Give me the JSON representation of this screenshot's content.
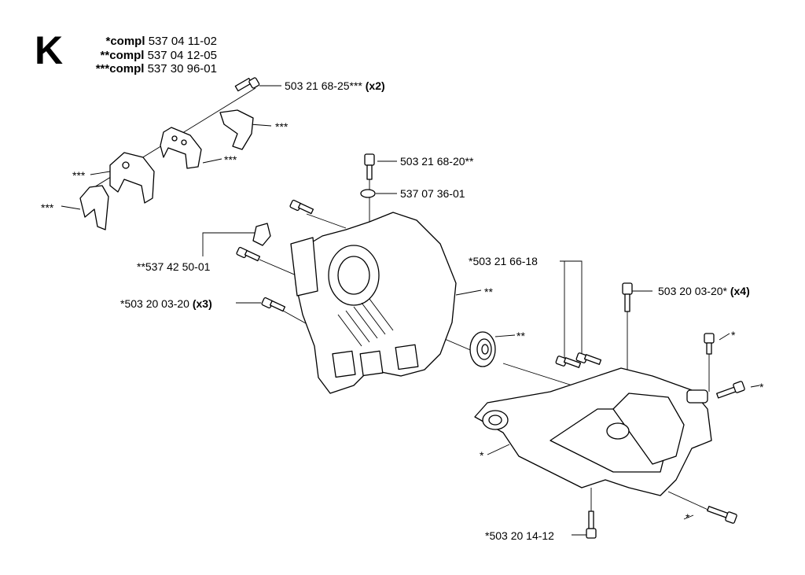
{
  "section_letter": "K",
  "compl": [
    {
      "mark": "*compl",
      "number": "537 04 11-02"
    },
    {
      "mark": "**compl",
      "number": "537 04 12-05"
    },
    {
      "mark": "***compl",
      "number": "537 30 96-01"
    }
  ],
  "labels": {
    "screw_top": {
      "text": "503 21 68-25***",
      "qty": "(x2)"
    },
    "stars_clip": "***",
    "stars_clamp": "***",
    "stars_holder": "***",
    "stars_half": "***",
    "screw_20": "503 21 68-20**",
    "washer": "537 07 36-01",
    "plate": "**537 42 50-01",
    "screw_x3": {
      "text": "*503 20 03-20",
      "qty": "(x3)"
    },
    "crank_stars": "**",
    "bearing_stars": "**",
    "screw_66": "*503 21 66-18",
    "screw_x4": {
      "text": "503 20 03-20*",
      "qty": "(x4)"
    },
    "star_right_top": "*",
    "star_right_mid": "*",
    "star_left_frame": "*",
    "star_bottom_right": "*",
    "screw_bottom": "*503 20 14-12"
  }
}
